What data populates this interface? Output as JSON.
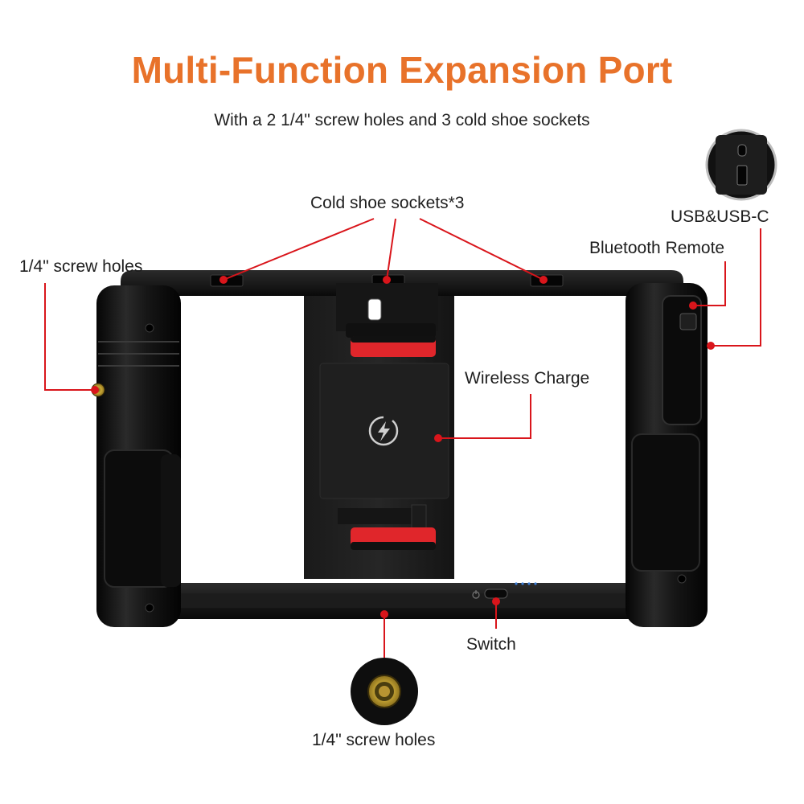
{
  "header": {
    "title": "Multi-Function Expansion Port",
    "subtitle": "With a 2 1/4\" screw holes and 3 cold shoe sockets"
  },
  "callouts": {
    "cold_shoe": "Cold shoe sockets*3",
    "screw_left": "1/4\" screw holes",
    "usb": "USB&USB-C",
    "bluetooth": "Bluetooth Remote",
    "wireless": "Wireless Charge",
    "switch": "Switch",
    "screw_bottom": "1/4\" screw holes"
  },
  "colors": {
    "title": "#e8722a",
    "callout_line": "#d9151b",
    "accent_red": "#e0262b",
    "body": "#141414"
  },
  "icons": [
    "wireless-charge-icon",
    "power-icon"
  ]
}
